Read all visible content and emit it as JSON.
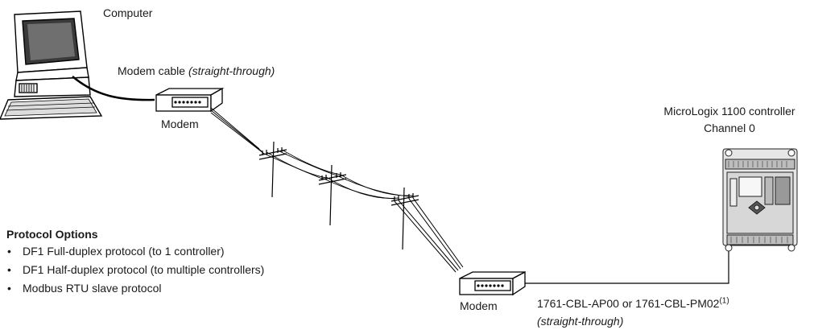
{
  "labels": {
    "computer": "Computer",
    "modem_cable": "Modem cable",
    "modem_cable_note": "(straight-through)",
    "modem_left": "Modem",
    "modem_right": "Modem",
    "controller_name": "MicroLogix 1100 controller",
    "controller_channel": "Channel 0",
    "cable_part": "1761-CBL-AP00 or 1761-CBL-PM02",
    "cable_footnote": "(1)",
    "cable_note": "(straight-through)"
  },
  "protocols": {
    "title": "Protocol Options",
    "items": [
      "DF1 Full-duplex protocol (to 1 controller)",
      "DF1 Half-duplex protocol (to multiple controllers)",
      "Modbus RTU slave protocol"
    ]
  }
}
